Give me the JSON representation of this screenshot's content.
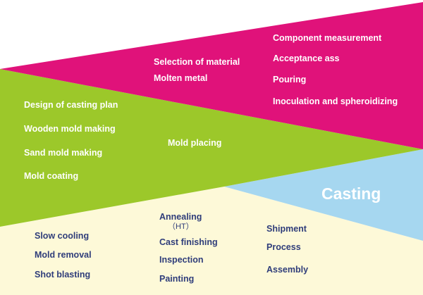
{
  "colors": {
    "magenta": "#e0127a",
    "green": "#9cc82a",
    "light_blue": "#a6d7f0",
    "cream": "#fdf9d8",
    "dark_text": "#2f3d7a",
    "light_text": "#ffffff"
  },
  "magenta_section": {
    "col1": [
      "Selection of material",
      "Molten metal"
    ],
    "col2": [
      "Component measurement",
      "Acceptance ass",
      "Pouring",
      "Inoculation and spheroidizing"
    ]
  },
  "green_section": {
    "col1": [
      "Design of casting plan",
      "Wooden mold making",
      "Sand mold making",
      "Mold coating"
    ],
    "center": "Mold placing"
  },
  "blue_section": {
    "title": "Casting"
  },
  "cream_section": {
    "col1": [
      "Slow cooling",
      "Mold removal",
      "Shot blasting"
    ],
    "col2": {
      "annealing": "Annealing",
      "annealing_sub": "（HT）",
      "items": [
        "Cast finishing",
        "Inspection",
        "Painting"
      ]
    },
    "col3": [
      "Shipment",
      "Process",
      "Assembly"
    ]
  }
}
